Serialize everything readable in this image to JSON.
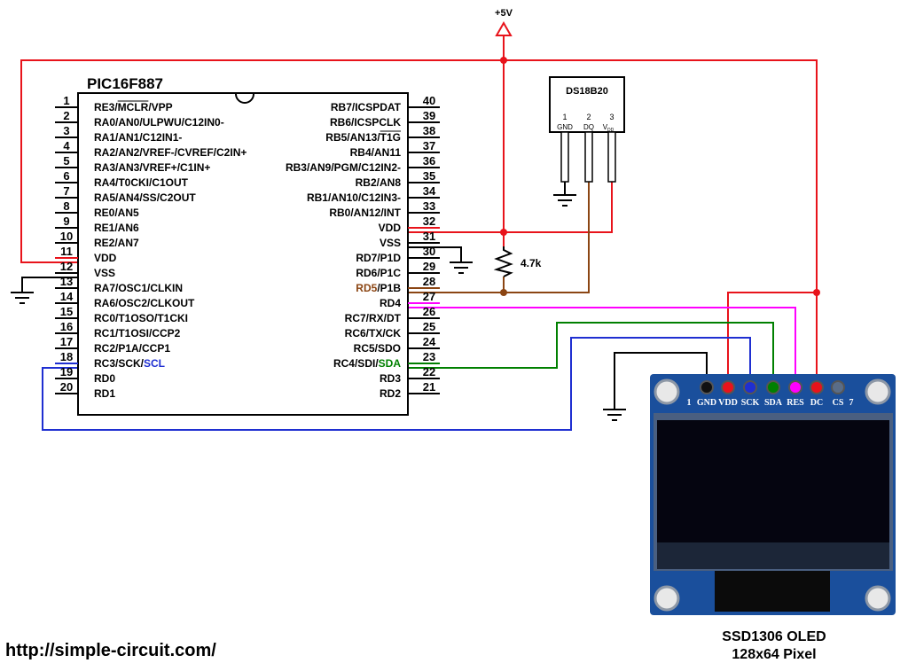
{
  "colors": {
    "vdd": "#e8131b",
    "gnd": "#000000",
    "dq": "#8b4513",
    "rd4": "#ff00ff",
    "sda": "#008000",
    "scl": "#1f2fd1",
    "pcb": "#1a4f9c",
    "screen": "#050510"
  },
  "mcu": {
    "name": "PIC16F887",
    "left_pins": [
      {
        "num": "1",
        "label": "RE3/MCLR/VPP"
      },
      {
        "num": "2",
        "label": "RA0/AN0/ULPWU/C12IN0-"
      },
      {
        "num": "3",
        "label": "RA1/AN1/C12IN1-"
      },
      {
        "num": "4",
        "label": "RA2/AN2/VREF-/CVREF/C2IN+"
      },
      {
        "num": "5",
        "label": "RA3/AN3/VREF+/C1IN+"
      },
      {
        "num": "6",
        "label": "RA4/T0CKI/C1OUT"
      },
      {
        "num": "7",
        "label": "RA5/AN4/SS/C2OUT"
      },
      {
        "num": "8",
        "label": "RE0/AN5"
      },
      {
        "num": "9",
        "label": "RE1/AN6"
      },
      {
        "num": "10",
        "label": "RE2/AN7"
      },
      {
        "num": "11",
        "label": "VDD"
      },
      {
        "num": "12",
        "label": "VSS"
      },
      {
        "num": "13",
        "label": "RA7/OSC1/CLKIN"
      },
      {
        "num": "14",
        "label": "RA6/OSC2/CLKOUT"
      },
      {
        "num": "15",
        "label": "RC0/T1OSO/T1CKI"
      },
      {
        "num": "16",
        "label": "RC1/T1OSI/CCP2"
      },
      {
        "num": "17",
        "label": "RC2/P1A/CCP1"
      },
      {
        "num": "18",
        "label": "RC3/SCK/SCL"
      },
      {
        "num": "19",
        "label": "RD0"
      },
      {
        "num": "20",
        "label": "RD1"
      }
    ],
    "right_pins": [
      {
        "num": "40",
        "label": "RB7/ICSPDAT"
      },
      {
        "num": "39",
        "label": "RB6/ICSPCLK"
      },
      {
        "num": "38",
        "label": "RB5/AN13/T1G"
      },
      {
        "num": "37",
        "label": "RB4/AN11"
      },
      {
        "num": "36",
        "label": "RB3/AN9/PGM/C12IN2-"
      },
      {
        "num": "35",
        "label": "RB2/AN8"
      },
      {
        "num": "34",
        "label": "RB1/AN10/C12IN3-"
      },
      {
        "num": "33",
        "label": "RB0/AN12/INT"
      },
      {
        "num": "32",
        "label": "VDD"
      },
      {
        "num": "31",
        "label": "VSS"
      },
      {
        "num": "30",
        "label": "RD7/P1D"
      },
      {
        "num": "29",
        "label": "RD6/P1C"
      },
      {
        "num": "28",
        "label": "RD5/P1B"
      },
      {
        "num": "27",
        "label": "RD4"
      },
      {
        "num": "26",
        "label": "RC7/RX/DT"
      },
      {
        "num": "25",
        "label": "RC6/TX/CK"
      },
      {
        "num": "24",
        "label": "RC5/SDO"
      },
      {
        "num": "23",
        "label": "RC4/SDI/SDA"
      },
      {
        "num": "22",
        "label": "RD3"
      },
      {
        "num": "21",
        "label": "RD2"
      }
    ]
  },
  "supply": {
    "label": "+5V"
  },
  "resistor": {
    "value": "4.7k"
  },
  "sensor": {
    "name": "DS18B20",
    "pin_numbers": [
      "1",
      "2",
      "3"
    ],
    "pin_names": [
      "GND",
      "DQ",
      "V",
      "DD"
    ]
  },
  "oled": {
    "pins": [
      "1",
      "GND",
      "VDD",
      "SCK",
      "SDA",
      "RES",
      "DC",
      "CS",
      "7"
    ],
    "title": "SSD1306 OLED",
    "subtitle": "128x64 Pixel"
  },
  "footer": {
    "url": "http://simple-circuit.com/"
  }
}
